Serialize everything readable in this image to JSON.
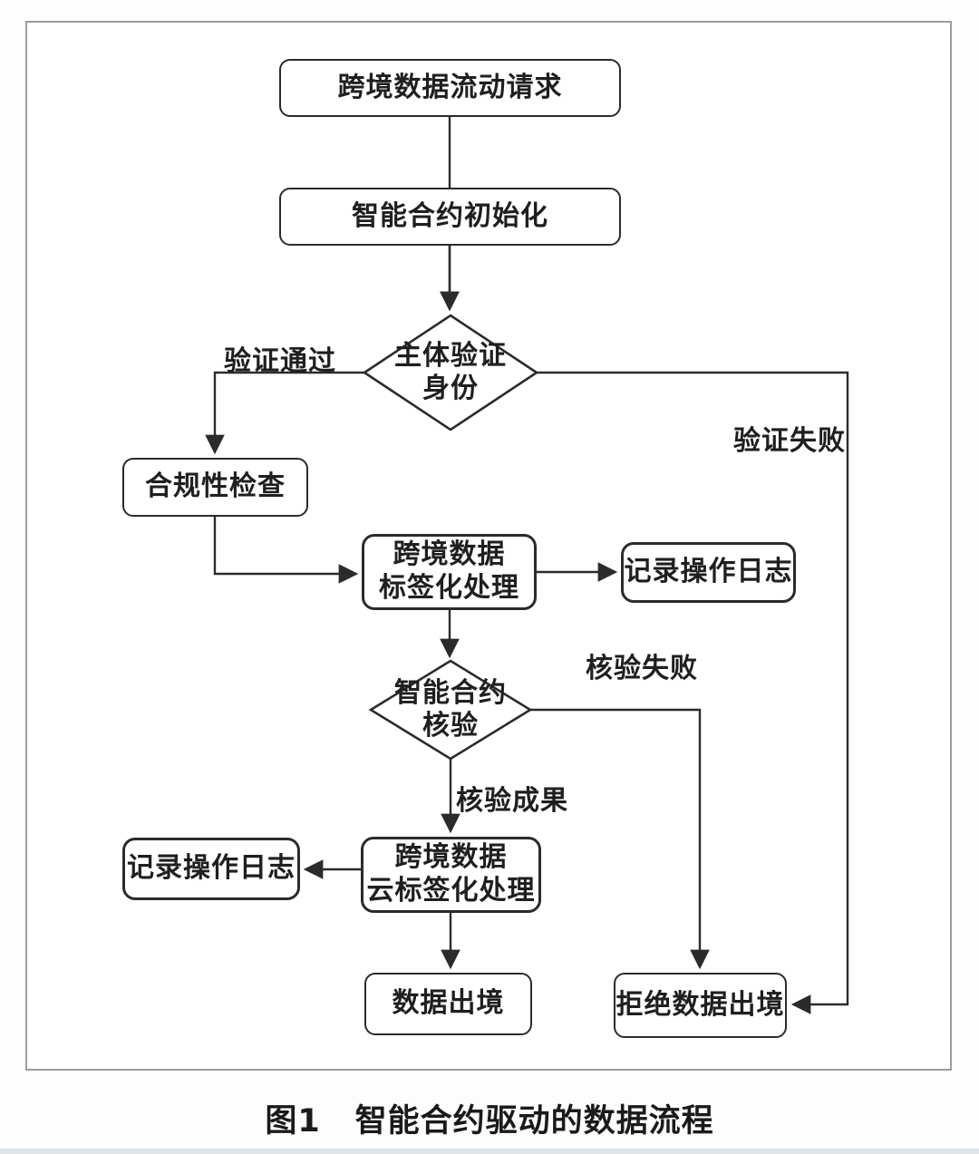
{
  "figure": {
    "caption_prefix": "图1",
    "caption_text": "智能合约驱动的数据流程"
  },
  "flowchart": {
    "nodes": {
      "request": {
        "label": "跨境数据流动请求"
      },
      "init": {
        "label": "智能合约初始化"
      },
      "identity_check": {
        "line1": "主体验证",
        "line2": "身份"
      },
      "compliance": {
        "label": "合规性检查"
      },
      "labeling": {
        "line1": "跨境数据",
        "line2": "标签化处理"
      },
      "log_right": {
        "label": "记录操作日志"
      },
      "contract_check": {
        "line1": "智能合约",
        "line2": "核验"
      },
      "cloud_labeling": {
        "line1": "跨境数据",
        "line2": "云标签化处理"
      },
      "log_left": {
        "label": "记录操作日志"
      },
      "export": {
        "label": "数据出境"
      },
      "reject": {
        "label": "拒绝数据出境"
      }
    },
    "edge_labels": {
      "verify_pass": "验证通过",
      "verify_fail": "验证失败",
      "check_fail": "核验失败",
      "check_pass": "核验成果"
    },
    "colors": {
      "line": "#2b2b2b",
      "frame_border": "#999ea3",
      "text": "#1f1f1f",
      "background": "#ffffff"
    }
  }
}
